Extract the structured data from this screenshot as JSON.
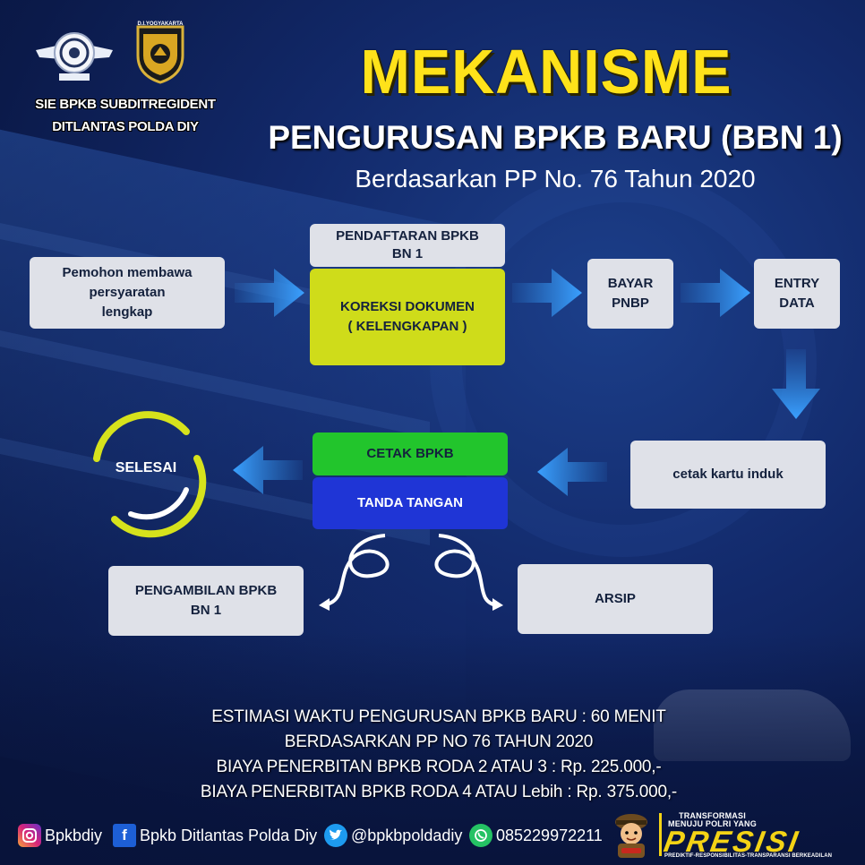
{
  "header": {
    "org_line1": "SIE BPKB SUBDITREGIDENT",
    "org_line2": "DITLANTAS POLDA DIY",
    "polda_badge_text": "D.I.YOGYAKARTA",
    "title": "MEKANISME",
    "subtitle": "PENGURUSAN BPKB BARU (BBN 1)",
    "basis": "Berdasarkan PP No. 76 Tahun 2020"
  },
  "flow": {
    "applicant": [
      "Pemohon membawa",
      "persyaratan",
      "lengkap"
    ],
    "registration": [
      "PENDAFTARAN BPKB",
      "BN 1"
    ],
    "correction": [
      "KOREKSI DOKUMEN",
      "( KELENGKAPAN )"
    ],
    "pay": [
      "BAYAR",
      "PNBP"
    ],
    "entry": [
      "ENTRY",
      "DATA"
    ],
    "master_card": "cetak kartu induk",
    "print": "CETAK BPKB",
    "sign": "TANDA TANGAN",
    "finish": "SELESAI",
    "pickup": [
      "PENGAMBILAN BPKB",
      "BN 1"
    ],
    "archive": "ARSIP"
  },
  "info": {
    "line1": "ESTIMASI WAKTU PENGURUSAN BPKB BARU : 60 MENIT",
    "line2": "BERDASARKAN PP NO 76 TAHUN 2020",
    "line3": "BIAYA PENERBITAN BPKB RODA 2 ATAU 3 : Rp. 225.000,-",
    "line4": "BIAYA PENERBITAN BPKB RODA 4 ATAU Lebih : Rp. 375.000,-"
  },
  "footer": {
    "instagram": "Bpkbdiy",
    "facebook": "Bpkb Ditlantas Polda Diy",
    "twitter": "@bpkbpoldadiy",
    "whatsapp": "085229972211",
    "presisi_line1": "TRANSFORMASI",
    "presisi_line2": "MENUJU POLRI YANG",
    "presisi_word": "PRESISI",
    "presisi_tagline": "PREDIKTIF-RESPONSIBILITAS-TRANSPARANSI BERKEADILAN"
  },
  "colors": {
    "title_yellow": "#ffe21a",
    "correction_box": "#cfdc1a",
    "print_box": "#22c52c",
    "sign_box": "#1f35d6",
    "neutral_box": "#dfe1e8",
    "arrow_blue": "#2f8fe8",
    "background": "#12296a"
  },
  "icons": {
    "instagram": "instagram-icon",
    "facebook": "facebook-icon",
    "twitter": "twitter-icon",
    "whatsapp": "whatsapp-icon"
  }
}
